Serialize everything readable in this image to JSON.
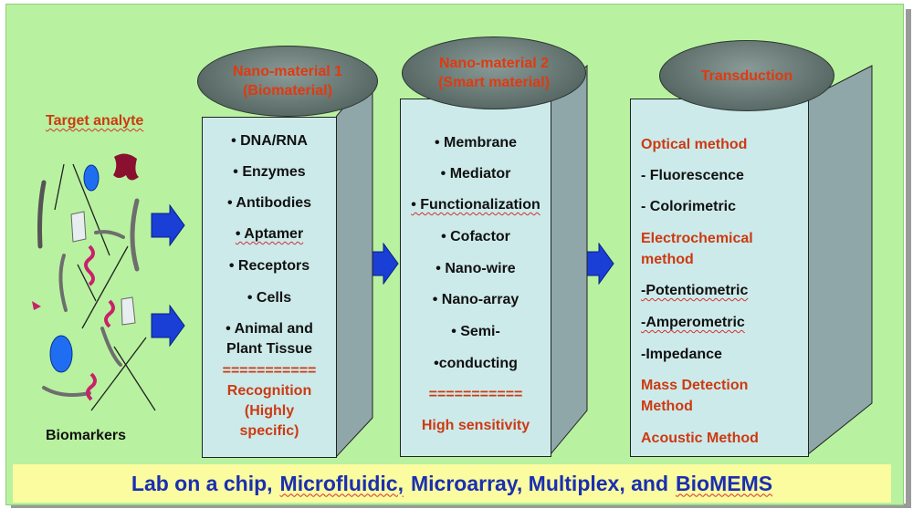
{
  "left_panel": {
    "target_label": "Target analyte",
    "biomarkers_label": "Biomarkers"
  },
  "box1": {
    "title": "Nano-material 1\n(Biomaterial)",
    "items": [
      "• DNA/RNA",
      "• Enzymes",
      "• Antibodies",
      "• Aptamer",
      "• Receptors",
      "• Cells",
      "• Animal and",
      "Plant Tissue"
    ],
    "separator": "===========",
    "footer": [
      "Recognition",
      "(Highly",
      "specific)"
    ]
  },
  "box2": {
    "title": "Nano-material 2\n(Smart material)",
    "items": [
      "• Membrane",
      "• Mediator",
      "• Functionalization",
      "• Cofactor",
      "• Nano-wire",
      "• Nano-array",
      "• Semi-",
      "•conducting"
    ],
    "separator": "===========",
    "footer": [
      "High sensitivity"
    ]
  },
  "box3": {
    "title": "Transduction",
    "items": [
      {
        "text": "Optical method",
        "color": "#cc3a12"
      },
      {
        "text": "- Fluorescence",
        "color": "#111111"
      },
      {
        "text": "- Colorimetric",
        "color": "#111111"
      },
      {
        "text": "Electrochemical",
        "color": "#cc3a12"
      },
      {
        "text": "method",
        "color": "#cc3a12"
      },
      {
        "text": "-Potentiometric",
        "color": "#111111"
      },
      {
        "text": "-Amperometric",
        "color": "#111111"
      },
      {
        "text": "-Impedance",
        "color": "#111111"
      },
      {
        "text": "Mass Detection",
        "color": "#cc3a12"
      },
      {
        "text": "Method",
        "color": "#cc3a12"
      },
      {
        "text": "Acoustic Method",
        "color": "#cc3a12"
      }
    ]
  },
  "footer": {
    "parts": [
      "Lab on a chip,",
      "Microfluidic,",
      "Microarray, Multiplex, and",
      "BioMEMS"
    ]
  },
  "colors": {
    "background": "#b8f2a0",
    "box": "#cdeaea",
    "box_side": "#8fa7a8",
    "accent_red": "#cc3a12",
    "arrow_blue": "#1a3fd6",
    "footer_bg": "#fbfba0",
    "footer_text": "#1a2fb0"
  }
}
